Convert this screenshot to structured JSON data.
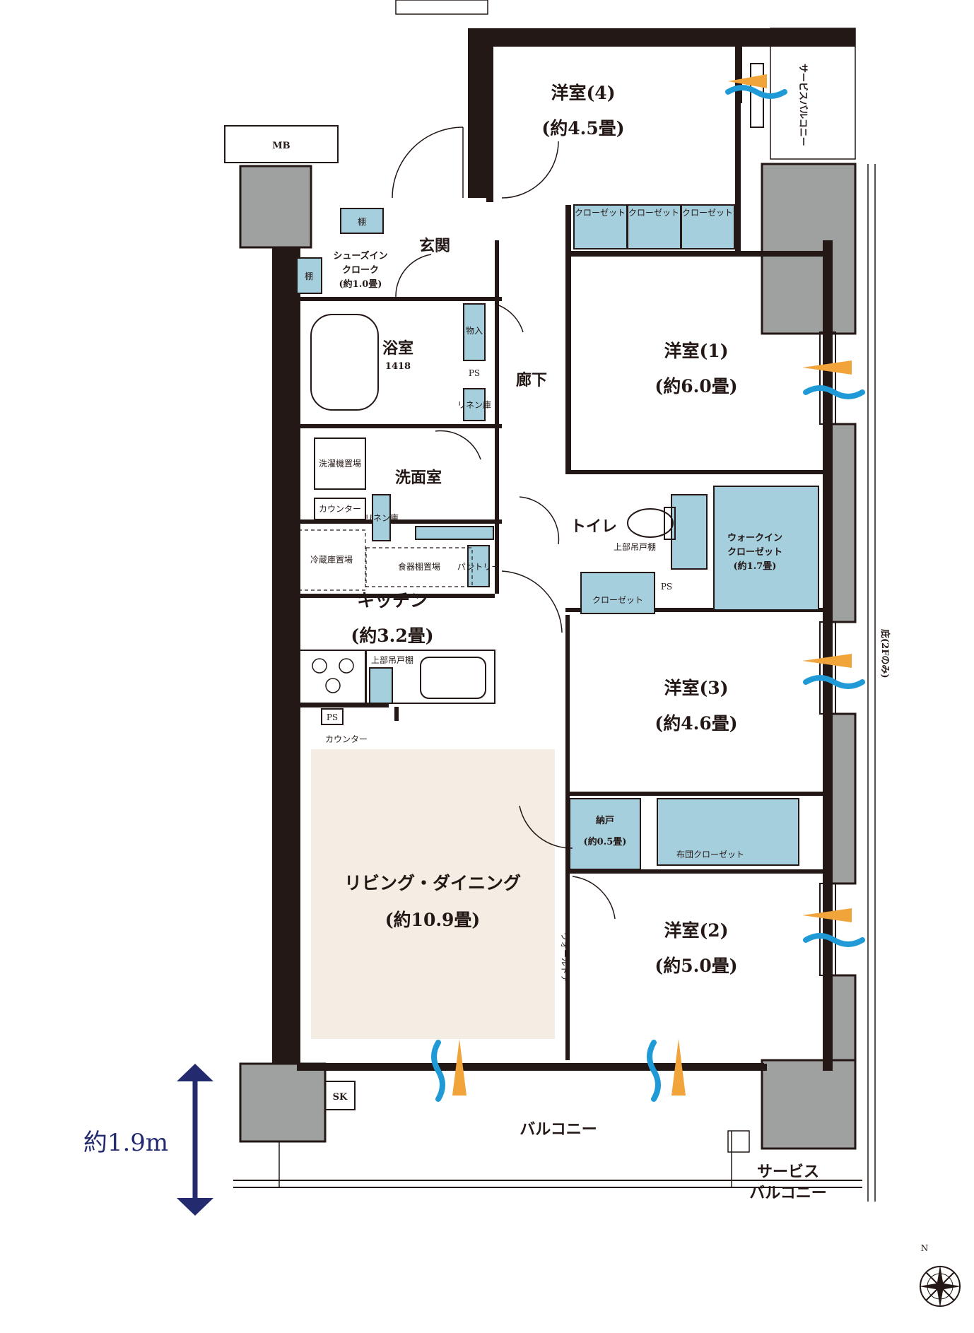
{
  "rooms": {
    "western4": {
      "name": "洋室(4)",
      "area": "(約4.5畳)"
    },
    "western1": {
      "name": "洋室(1)",
      "area": "(約6.0畳)"
    },
    "western3": {
      "name": "洋室(3)",
      "area": "(約4.6畳)"
    },
    "western2": {
      "name": "洋室(2)",
      "area": "(約5.0畳)"
    },
    "living": {
      "name": "リビング・ダイニング",
      "area": "(約10.9畳)"
    },
    "kitchen": {
      "name": "キッチン",
      "area": "(約3.2畳)"
    },
    "entrance": {
      "name": "玄関"
    },
    "bath": {
      "name": "浴室",
      "code": "1418"
    },
    "corridor": {
      "name": "廊下"
    },
    "washroom": {
      "name": "洗面室"
    },
    "toilet": {
      "name": "トイレ"
    },
    "storage_nando": {
      "name": "納戸",
      "area": "(約0.5畳)"
    },
    "shoes_closet": {
      "name1": "シューズイン",
      "name2": "クローク",
      "area": "(約1.0畳)"
    },
    "walkin_closet": {
      "name1": "ウォークイン",
      "name2": "クローゼット",
      "area": "(約1.7畳)"
    },
    "balcony": {
      "name": "バルコニー"
    }
  },
  "labels": {
    "mb": "MB",
    "closet": "クローゼット",
    "shelf": "棚",
    "monoire": "物入",
    "ps": "PS",
    "linen": "リネン庫",
    "laundry": "洗濯機置場",
    "counter": "カウンター",
    "fridge": "冷蔵庫置場",
    "dish_shelf": "食器棚置場",
    "pantry": "パントリー",
    "upper_shelf": "上部吊戸棚",
    "futon_closet": "布団クローゼット",
    "wall_door": "ウォールドア",
    "sk": "SK",
    "service_balcony_top": "サービスバルコニー",
    "service_balcony_line1": "サービス",
    "service_balcony_line2": "バルコニー",
    "eaves": "庇(2Fのみ)",
    "dimension": "約1.9m",
    "north": "N"
  },
  "colors": {
    "wall": "#231815",
    "storage_blue": "#a6cfde",
    "living_floor": "#f3ede4",
    "wind_blue": "#1f9ad6",
    "sun_orange": "#f0a43a",
    "dimension_navy": "#232a6e",
    "concrete_gray": "#9fa0a0"
  },
  "icons": [
    "breeze-icon",
    "sunlight-icon",
    "compass-icon",
    "stove-icon",
    "bathtub-icon",
    "sink-icon",
    "toilet-icon"
  ]
}
